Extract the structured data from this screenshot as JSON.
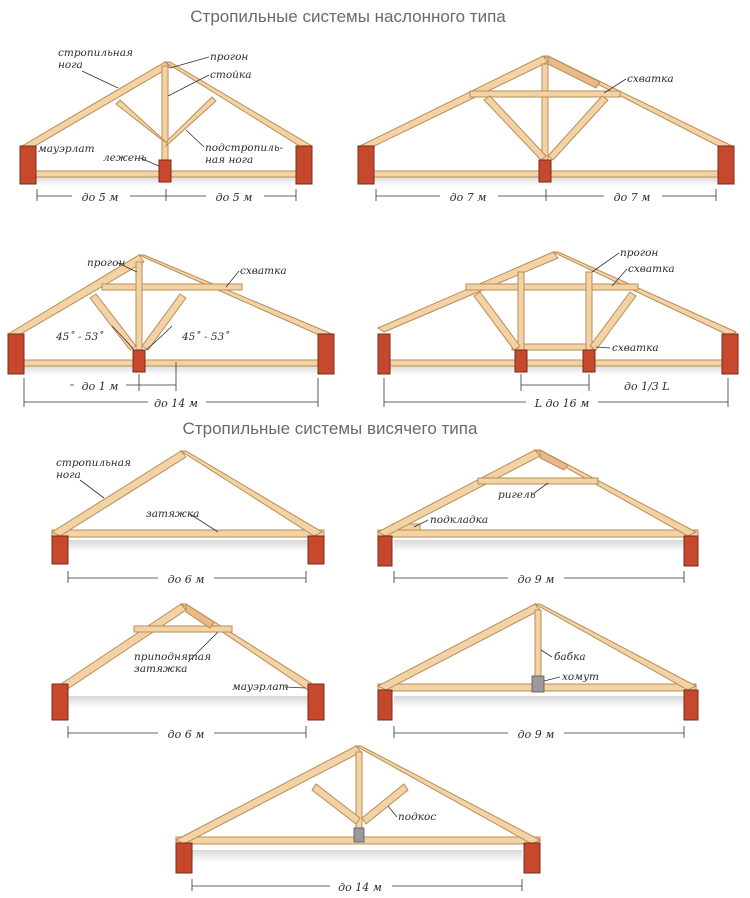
{
  "headings": {
    "rafter_slope": "Стропильные системы наслонного типа",
    "rafter_hanging": "Стропильные системы висячего типа"
  },
  "d1": {
    "rafter": [
      "стропильная",
      "нога"
    ],
    "purlin": "прогон",
    "post": "стойка",
    "mauerlat": "мауэрлат",
    "sill": "лежень",
    "sub_rafter": [
      "подстропиль-",
      "ная нога"
    ],
    "dim_left": "до 5 м",
    "dim_right": "до 5 м"
  },
  "d2": {
    "collar": "схватка",
    "dim_left": "до 7 м",
    "dim_right": "до 7 м"
  },
  "d3": {
    "purlin": "прогон",
    "collar": "схватка",
    "angle_left": "45˚ - 53˚",
    "angle_right": "45˚ - 53˚",
    "dim_small": "до 1 м",
    "dim_total": "до 14 м"
  },
  "d4": {
    "purlin": "прогон",
    "collar": "схватка",
    "collar_low": "схватка",
    "dim_total": "L до 16 м",
    "dim_part": "до 1/3 L"
  },
  "d5": {
    "rafter": [
      "стропильная",
      "нога"
    ],
    "tie": "затяжка",
    "dim": "до 6 м"
  },
  "d6": {
    "crossbar": "ригель",
    "lining": "подкладка",
    "dim": "до 9 м"
  },
  "d7": {
    "raised_tie": [
      "приподнятая",
      "затяжка"
    ],
    "mauerlat": "мауэрлат",
    "dim": "до 6 м"
  },
  "d8": {
    "king_post": "бабка",
    "clamp": "хомут",
    "dim": "до 9 м"
  },
  "d9": {
    "brace": "подкос",
    "dim": "до 14 м"
  },
  "colors": {
    "timber": "#f3d3a5",
    "timber_edge": "#b98c55",
    "brick": "#c6492d"
  }
}
